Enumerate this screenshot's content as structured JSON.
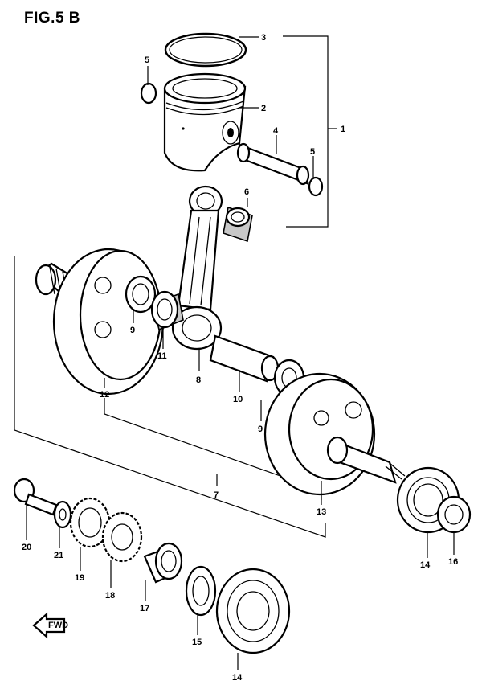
{
  "figure": {
    "title": "FIG.5 B",
    "fwd_text": "FWD"
  },
  "labels": {
    "p1": "1",
    "p2": "2",
    "p3": "3",
    "p4": "4",
    "p5a": "5",
    "p5b": "5",
    "p6": "6",
    "p7": "7",
    "p8": "8",
    "p9a": "9",
    "p9b": "9",
    "p10": "10",
    "p11": "11",
    "p12": "12",
    "p13": "13",
    "p14a": "14",
    "p14b": "14",
    "p15": "15",
    "p16": "16",
    "p17": "17",
    "p18": "18",
    "p19": "19",
    "p20": "20",
    "p21": "21"
  }
}
